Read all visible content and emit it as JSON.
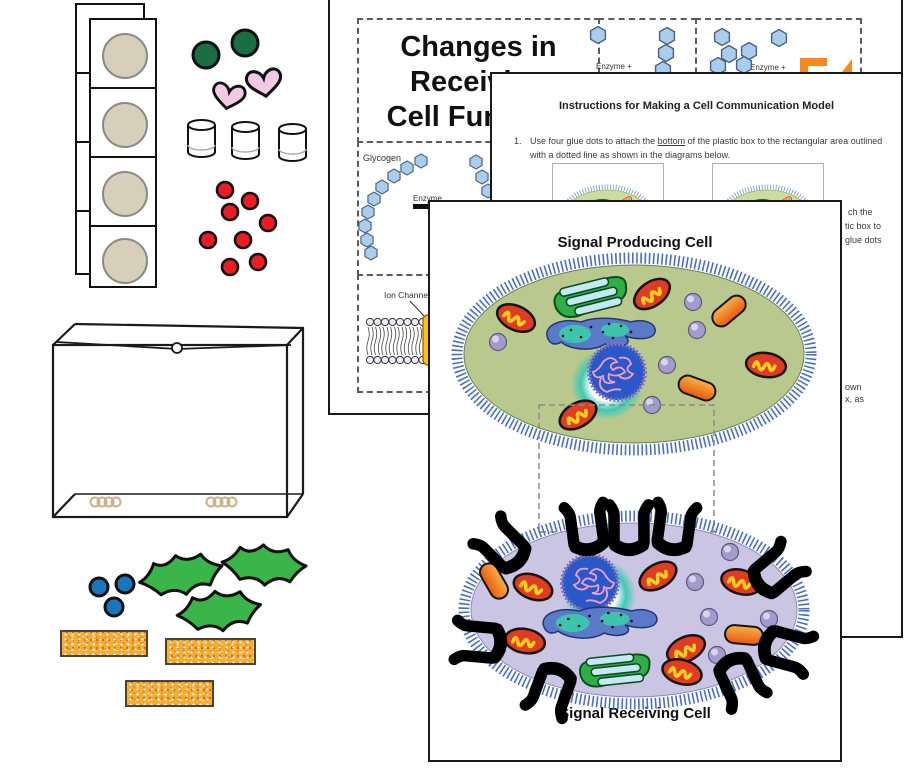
{
  "back_paper": {
    "title_lines": [
      "Changes in",
      "Receiving",
      "Cell Function"
    ],
    "enzyme_label_1": "Enzyme +",
    "enzyme_label_2": "Enzyme +",
    "glycogen_label": "Glycogen",
    "enzyme_arrow_label": "Enzyme",
    "ion_channel_label": "Ion Channel"
  },
  "instructions_paper": {
    "title": "Instructions for Making a Cell Communication Model",
    "step1_number": "1.",
    "step1_text_pre": "Use four glue dots to attach the ",
    "step1_text_underlined": "bottom",
    "step1_text_post": " of the plastic box to the rectangular area outlined",
    "step1_line2": "with a dotted line as shown in the diagrams below.",
    "edge_fragments": [
      "ch the",
      "tic box to",
      "glue dots",
      "own",
      "x, as"
    ]
  },
  "front_paper": {
    "producing_cell_title": "Signal Producing Cell",
    "receiving_cell_title": "Signal Receiving Cell"
  },
  "materials": {
    "slide_frames": {
      "count": 4,
      "circle_color": "#d8cfba"
    },
    "green_dots": {
      "count": 2,
      "color": "#1a6e42"
    },
    "pink_hearts": {
      "count": 2,
      "color": "#f2c9e3"
    },
    "clear_cylinders": {
      "count": 3
    },
    "red_dots": {
      "count": 8,
      "color": "#ed1c24"
    },
    "plastic_box": {
      "glue_dot_coils": 2
    },
    "blue_dots": {
      "count": 3,
      "color": "#1b75bb"
    },
    "holly_leaves": {
      "count": 3,
      "color": "#3ab54a"
    },
    "glitter_strips": {
      "count": 3,
      "color": "#f5ad35"
    }
  },
  "palette": {
    "paper_border": "#1a1a1a",
    "hexagon_fill": "#a9cdec",
    "producing_cytoplasm": "#b9c98e",
    "receiving_cytoplasm": "#c9c5e2",
    "membrane_blue": "#4a6fbe",
    "mitochondrion_red": "#e23b24",
    "mitochondrion_cristae": "#f6d21b",
    "capsule_orange": "#f07818",
    "vesicle_purple": "#a39bce",
    "golgi_green": "#2fae46",
    "er_blue": "#5b79c9",
    "er_teal": "#3cc4ae",
    "nucleus_blue": "#2a58c8",
    "chromatin_pink": "#f49fc5",
    "ion_channel_yellow": "#ffc01e",
    "receptor_black": "#000000",
    "accent_orange": "#f5891f"
  }
}
